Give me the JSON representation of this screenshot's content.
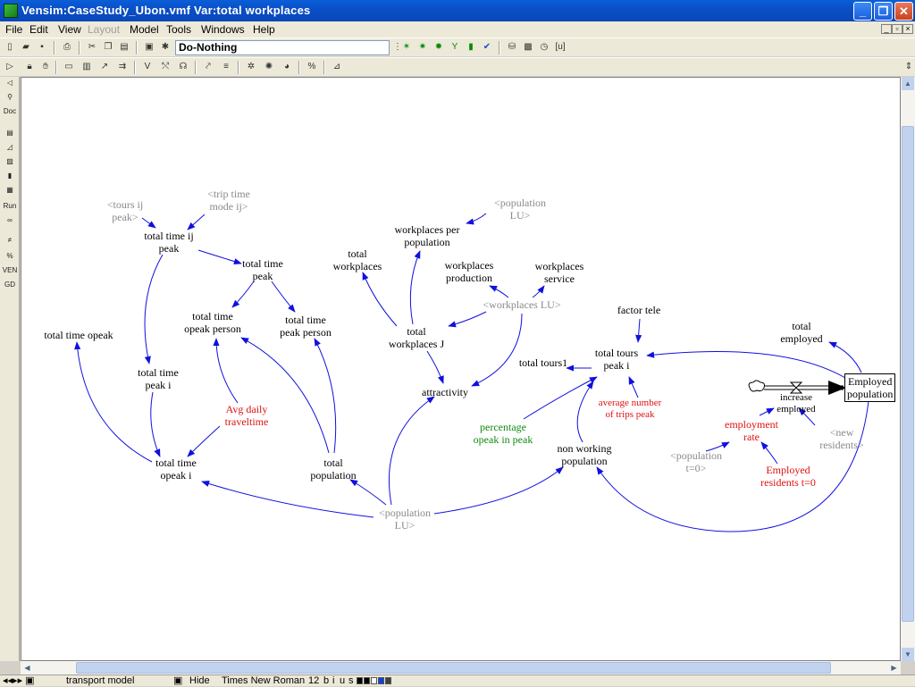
{
  "window": {
    "title": "Vensim:CaseStudy_Ubon.vmf Var:total workplaces",
    "buttons": {
      "minimize": "_",
      "maximize": "❐",
      "close": "✕"
    }
  },
  "menu": {
    "items": [
      "File",
      "Edit",
      "View",
      "Layout",
      "Model",
      "Tools",
      "Windows",
      "Help"
    ],
    "disabled": [
      "Layout"
    ]
  },
  "toolbar": {
    "run_name": "Do-Nothing"
  },
  "diagram": {
    "variables": [
      {
        "id": "tours-ij-peak",
        "text": "<tours ij\npeak>",
        "color": "gray"
      },
      {
        "id": "trip-time-mode-ij",
        "text": "<trip time\nmode ij>",
        "color": "gray"
      },
      {
        "id": "total-time-ij-peak",
        "text": "total time ij\npeak",
        "color": "black"
      },
      {
        "id": "total-time-peak",
        "text": "total time\npeak",
        "color": "black"
      },
      {
        "id": "total-time-opeak-person",
        "text": "total time\nopeak person",
        "color": "black"
      },
      {
        "id": "total-time-peak-person",
        "text": "total time\npeak person",
        "color": "black"
      },
      {
        "id": "total-time-opeak",
        "text": "total time opeak",
        "color": "black"
      },
      {
        "id": "total-time-peak-i",
        "text": "total time\npeak i",
        "color": "black"
      },
      {
        "id": "avg-daily-traveltime",
        "text": "Avg daily\ntraveltime",
        "color": "red"
      },
      {
        "id": "total-time-opeak-i",
        "text": "total time\nopeak i",
        "color": "black"
      },
      {
        "id": "total-population",
        "text": "total\npopulation",
        "color": "black"
      },
      {
        "id": "population-lu-bottom",
        "text": "<population\nLU>",
        "color": "gray"
      },
      {
        "id": "population-lu-top",
        "text": "<population\nLU>",
        "color": "gray"
      },
      {
        "id": "workplaces-per-population",
        "text": "workplaces per\npopulation",
        "color": "black"
      },
      {
        "id": "total-workplaces",
        "text": "total\nworkplaces",
        "color": "black"
      },
      {
        "id": "workplaces-production",
        "text": "workplaces\nproduction",
        "color": "black"
      },
      {
        "id": "workplaces-service",
        "text": "workplaces\nservice",
        "color": "black"
      },
      {
        "id": "workplaces-lu",
        "text": "<workplaces LU>",
        "color": "gray"
      },
      {
        "id": "total-workplaces-j",
        "text": "total\nworkplaces J",
        "color": "black"
      },
      {
        "id": "attractivity",
        "text": "attractivity",
        "color": "black"
      },
      {
        "id": "factor-tele",
        "text": "factor tele",
        "color": "black"
      },
      {
        "id": "total-tours-peak-i",
        "text": "total tours\npeak i",
        "color": "black"
      },
      {
        "id": "total-tours1",
        "text": "total tours1",
        "color": "black"
      },
      {
        "id": "average-trips-peak",
        "text": "average number\nof trips peak",
        "color": "red"
      },
      {
        "id": "percentage-opeak-in-peak",
        "text": "percentage\nopeak in peak",
        "color": "green"
      },
      {
        "id": "non-working-population",
        "text": "non working\npopulation",
        "color": "black"
      },
      {
        "id": "total-employed",
        "text": "total\nemployed",
        "color": "black"
      },
      {
        "id": "increase-employed",
        "text": "increase\nemployed",
        "color": "black"
      },
      {
        "id": "employment-rate",
        "text": "employment\nrate",
        "color": "red"
      },
      {
        "id": "new-residents",
        "text": "<new\nresidents>",
        "color": "gray"
      },
      {
        "id": "population-t0",
        "text": "<population\nt=0>",
        "color": "gray"
      },
      {
        "id": "employed-residents-t0",
        "text": "Employed\nresidents t=0",
        "color": "red"
      }
    ],
    "stock": {
      "id": "employed-population",
      "text": "Employed\npopulation"
    }
  },
  "statusbar": {
    "view_name": "transport model",
    "hide": "Hide",
    "font": "Times New Roman",
    "size": "12",
    "styles": [
      "b",
      "i",
      "u",
      "s"
    ],
    "colors": [
      "#000000",
      "#000000",
      "#ffffff",
      "#1040e0",
      "#404040"
    ]
  }
}
